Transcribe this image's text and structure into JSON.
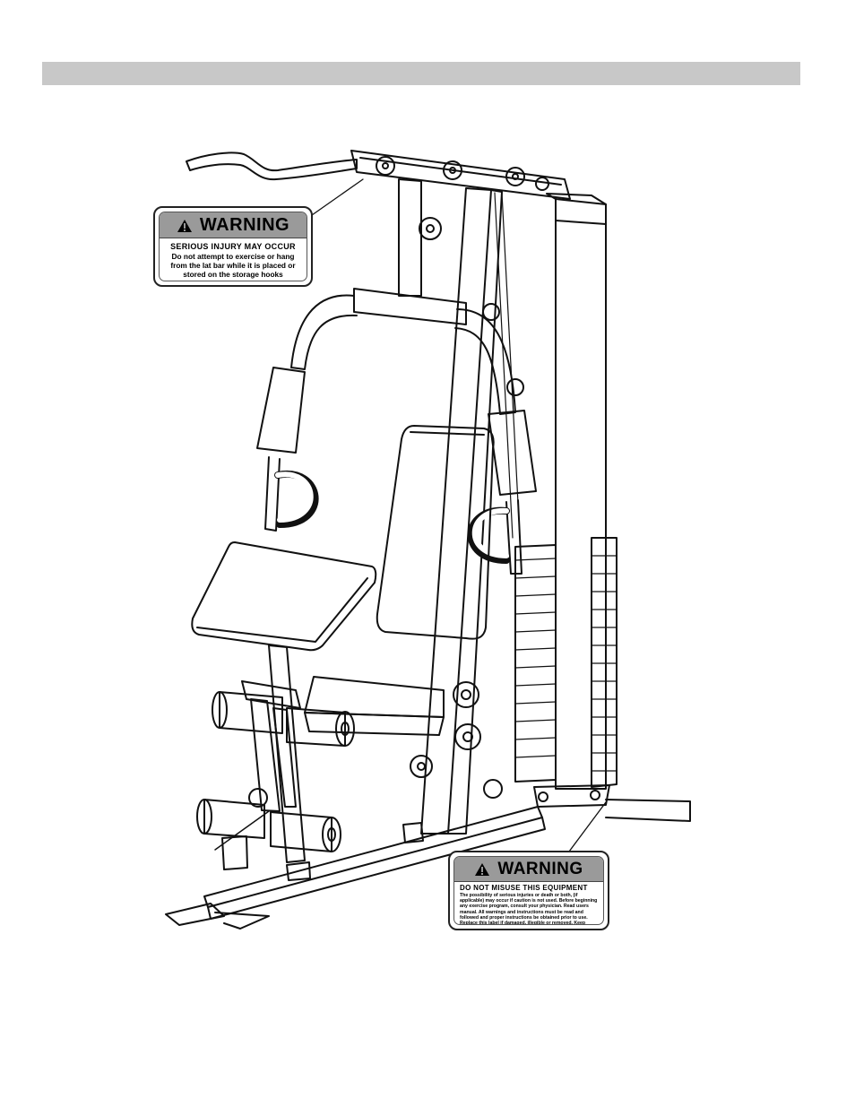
{
  "labels": {
    "top": {
      "title": "WARNING",
      "subtitle": "SERIOUS INJURY MAY OCCUR",
      "body": "Do not attempt to exercise or hang from the lat bar while it is placed or stored on the storage hooks"
    },
    "bottom": {
      "title": "WARNING",
      "subtitle": "DO NOT MISUSE THIS EQUIPMENT",
      "body": "The possibility of serious injuries or death or both, (if applicable) may occur if caution is not used. Before beginning any exercise program, consult your physician. Read users manual. All warnings and instructions must be read and followed and proper instructions be obtained prior to use. Replace this label if damaged, illegible or removed. Keep children and pets away from this equipment. This machine is designed and intended for home and consumer use only, not for commercial use."
    }
  },
  "icons": {
    "warning": "warning-triangle-icon"
  },
  "colors": {
    "header_bar": "#c8c8c8",
    "label_head": "#9a9a9a",
    "line": "#111111"
  }
}
